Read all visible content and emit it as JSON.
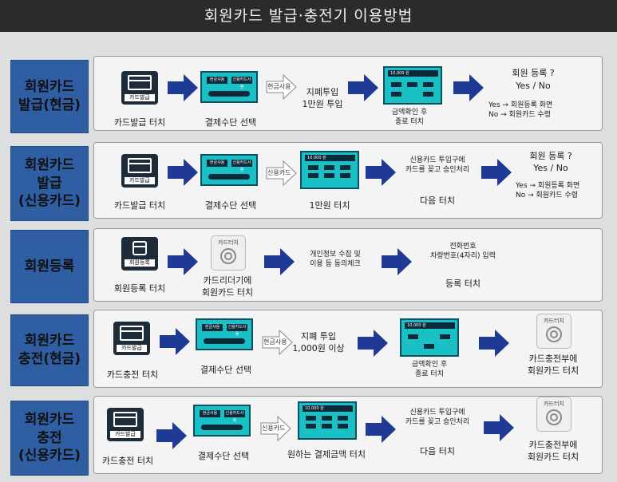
{
  "title": "회원카드 발급·충전기 이용방법",
  "rows": [
    {
      "label": "회원카드\n발급(현금)",
      "steps": {
        "kiosk_caption": "카드발급 터치",
        "kiosk_label": "카드발급",
        "screen_caption": "결제수단 선택",
        "screen_btn1": "현금사용",
        "screen_btn2": "신용카드사용",
        "arrow_label": "현금사용",
        "text1": "지폐투입\n1만원 투입",
        "grid_caption": "금액확인 후\n종료 터치",
        "grid_amount": "10,000 원",
        "question": "회원 등록 ?",
        "yesno": "Yes / No",
        "yes": "Yes → 회원등록 화면",
        "no": "No → 회원카드 수령"
      }
    },
    {
      "label": "회원카드\n발급\n(신용카드)",
      "steps": {
        "kiosk_caption": "카드발급 터치",
        "kiosk_label": "카드발급",
        "screen_caption": "결제수단 선택",
        "screen_btn1": "현금사용",
        "screen_btn2": "신용카드사용",
        "arrow_label": "신용카드",
        "grid_caption": "1만원 터치",
        "grid_amount": "10,000 원",
        "text1": "신용카드 투입구에\n카드를 꽂고 승인처리",
        "text2": "다음 터치",
        "question": "회원 등록 ?",
        "yesno": "Yes / No",
        "yes": "Yes → 회원등록 화면",
        "no": "No → 회원카드 수령"
      }
    },
    {
      "label": "회원등록",
      "steps": {
        "kiosk_caption": "회원등록 터치",
        "kiosk_label": "회원등록",
        "reader_label": "카드터치",
        "reader_caption": "카드리더기에\n회원카드 터치",
        "text1": "개인정보 수집 및\n이용 등 동의체크",
        "text2": "전화번호\n차량번호(4자리) 입력",
        "text3": "등록 터치"
      }
    },
    {
      "label": "회원카드\n충전(현금)",
      "steps": {
        "kiosk_caption": "카드충전 터치",
        "kiosk_label": "카드발급",
        "screen_caption": "결제수단 선택",
        "screen_btn1": "현금사용",
        "screen_btn2": "신용카드사용",
        "arrow_label": "현금사용",
        "text1": "지폐 투입\n1,000원 이상",
        "grid_caption": "금액확인 후\n종료 터치",
        "grid_amount": "10,000 원",
        "reader_label": "카드터치",
        "reader_caption": "카드충전부에\n회원카드 터치"
      }
    },
    {
      "label": "회원카드\n충전\n(신용카드)",
      "steps": {
        "kiosk_caption": "카드충전 터치",
        "kiosk_label": "카드발급",
        "screen_caption": "결제수단 선택",
        "screen_btn1": "현금사용",
        "screen_btn2": "신용카드사용",
        "arrow_label": "신용카드",
        "grid_caption": "원하는 결제금액 터치",
        "grid_amount": "10,000 원",
        "text1": "신용카드 투입구에\n카드를 꽂고 승인처리",
        "text2": "다음 터치",
        "reader_label": "카드터치",
        "reader_caption": "카드충전부에\n회원카드 터치"
      }
    }
  ]
}
